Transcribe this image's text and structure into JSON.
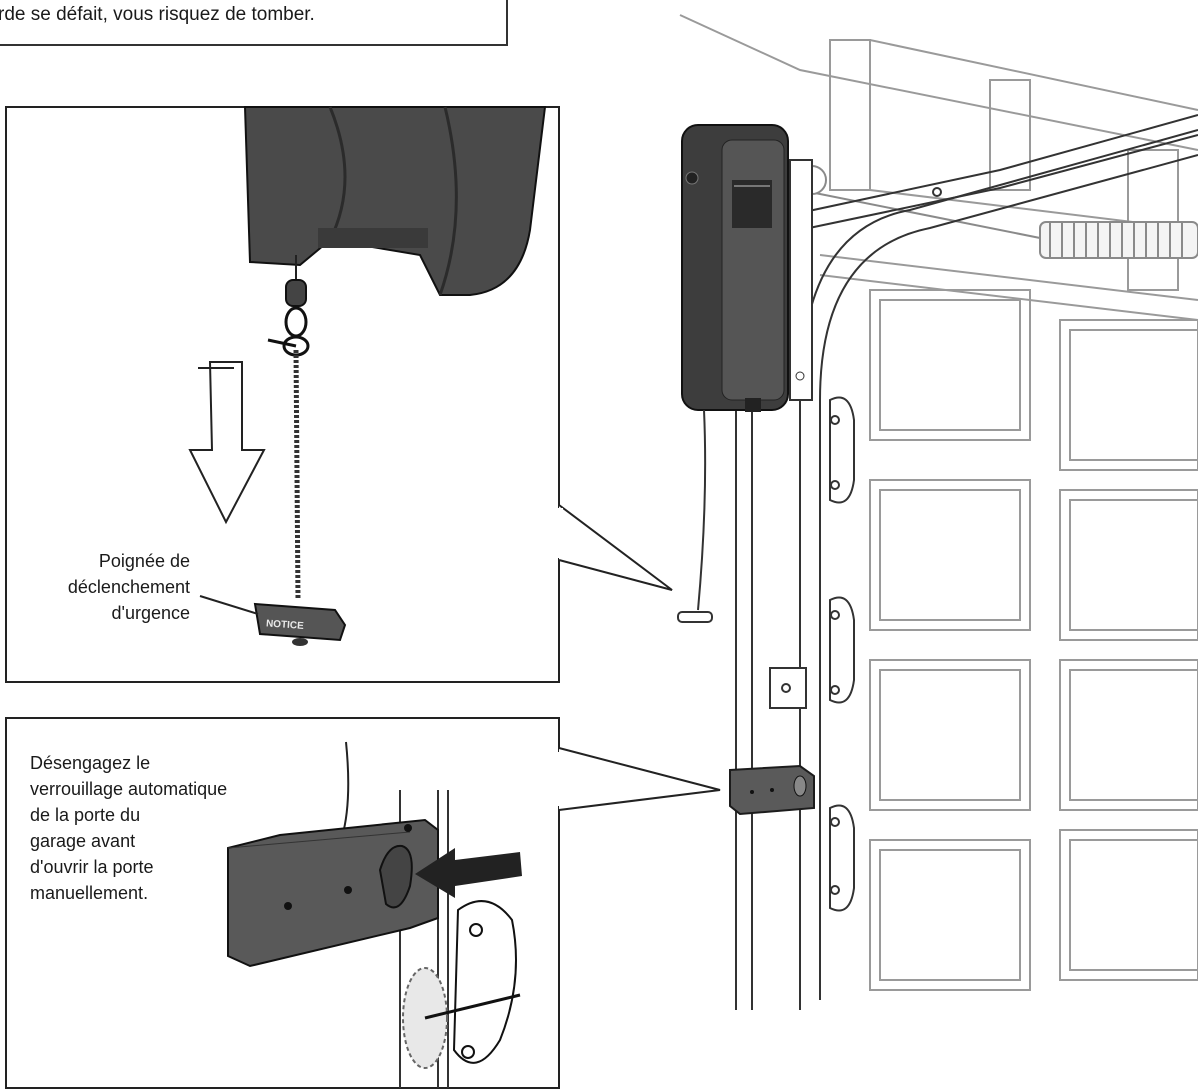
{
  "warning": {
    "text": "rde se défait, vous risquez de tomber."
  },
  "callouts": {
    "release_handle": {
      "lines": [
        "Poignée de",
        "déclenchement",
        "d'urgence"
      ]
    },
    "lock_disengage": {
      "lines": [
        "Désengagez le",
        "verrouillage automatique",
        "de la porte du",
        "garage avant",
        "d'ouvrir la porte",
        "manuellement."
      ]
    }
  },
  "handle_label": "NOTICE",
  "colors": {
    "housing": "#4a4a4a",
    "housing_dark": "#2e2e2e",
    "lock_body": "#5a5a5a",
    "door_lines": "#8a8a8a",
    "outline": "#1c1c1c"
  }
}
